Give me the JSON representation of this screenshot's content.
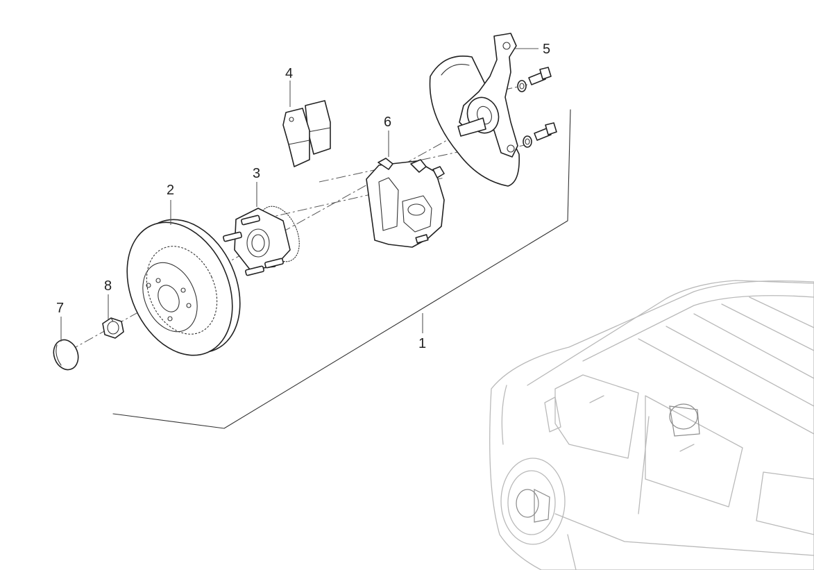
{
  "diagram": {
    "callouts": [
      {
        "id": "1",
        "label": "1"
      },
      {
        "id": "2",
        "label": "2"
      },
      {
        "id": "3",
        "label": "3"
      },
      {
        "id": "4",
        "label": "4"
      },
      {
        "id": "5",
        "label": "5"
      },
      {
        "id": "6",
        "label": "6"
      },
      {
        "id": "7",
        "label": "7"
      },
      {
        "id": "8",
        "label": "8"
      }
    ],
    "colors": {
      "line": "#222222",
      "van_outline": "#b9b9b9",
      "background": "#ffffff"
    }
  }
}
